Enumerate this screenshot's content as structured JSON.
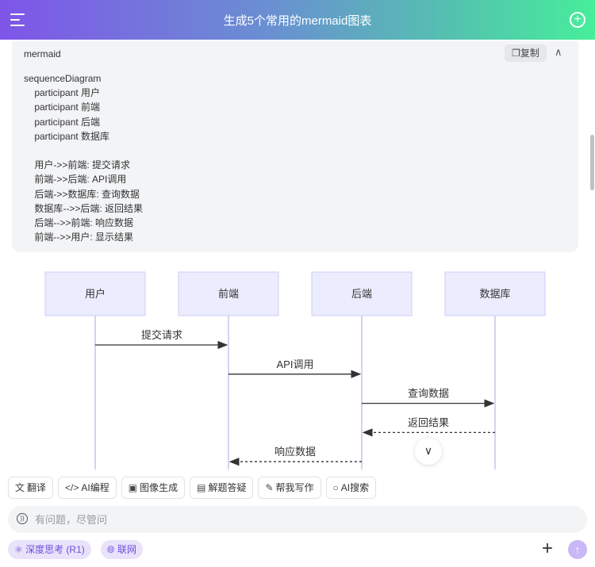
{
  "header": {
    "title": "生成5个常用的mermaid图表",
    "menu_icon": "menu-icon",
    "new_chat_icon": "new-chat-icon"
  },
  "code_block": {
    "language": "mermaid",
    "copy_label": "复制",
    "collapse_icon": "chevron-up-icon",
    "code": "sequenceDiagram\n    participant 用户\n    participant 前端\n    participant 后端\n    participant 数据库\n\n    用户->>前端: 提交请求\n    前端->>后端: API调用\n    后端->>数据库: 查询数据\n    数据库-->>后端: 返回结果\n    后端-->>前端: 响应数据\n    前端-->>用户: 显示结果"
  },
  "diagram": {
    "participants": [
      "用户",
      "前端",
      "后端",
      "数据库"
    ],
    "messages": [
      {
        "from": 0,
        "to": 1,
        "label": "提交请求",
        "dashed": false
      },
      {
        "from": 1,
        "to": 2,
        "label": "API调用",
        "dashed": false
      },
      {
        "from": 2,
        "to": 3,
        "label": "查询数据",
        "dashed": false
      },
      {
        "from": 3,
        "to": 2,
        "label": "返回结果",
        "dashed": true
      },
      {
        "from": 2,
        "to": 1,
        "label": "响应数据",
        "dashed": true
      }
    ],
    "colors": {
      "box_fill": "#ECECFF",
      "box_stroke": "#CFCBF5",
      "lifeline": "#D6D3F0",
      "arrow": "#333333"
    }
  },
  "scroll_down_icon": "chevron-down-icon",
  "toolbar": [
    {
      "icon": "translate-icon",
      "glyph": "文",
      "label": "翻译"
    },
    {
      "icon": "code-icon",
      "glyph": "</>",
      "label": "AI编程"
    },
    {
      "icon": "image-icon",
      "glyph": "▣",
      "label": "图像生成"
    },
    {
      "icon": "qa-icon",
      "glyph": "▤",
      "label": "解题答疑"
    },
    {
      "icon": "pen-icon",
      "glyph": "✎",
      "label": "帮我写作"
    },
    {
      "icon": "search-icon",
      "glyph": "○",
      "label": "AI搜索"
    }
  ],
  "input": {
    "placeholder": "有问题，尽管问",
    "value": ""
  },
  "chips": {
    "deep_think": "深度思考 (R1)",
    "web": "联网"
  },
  "accent": "#7f55e9"
}
